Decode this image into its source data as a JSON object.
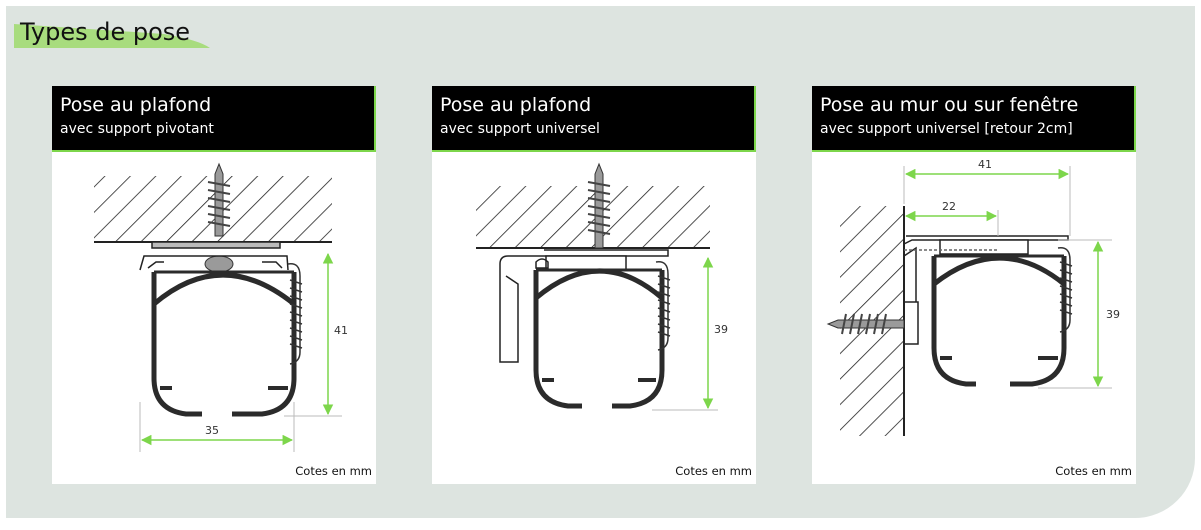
{
  "page": {
    "title": "Types de pose"
  },
  "colors": {
    "accent": "#7dd64b",
    "background": "#dde4e0",
    "header": "#000000",
    "profile": "#2b2b2b"
  },
  "cards": [
    {
      "title": "Pose au plafond",
      "subtitle": "avec support pivotant",
      "dimensions": {
        "height": "41",
        "width": "35"
      },
      "units": "Cotes en mm"
    },
    {
      "title": "Pose au plafond",
      "subtitle": "avec support universel",
      "dimensions": {
        "height": "39"
      },
      "units": "Cotes en mm"
    },
    {
      "title": "Pose au mur ou sur fenêtre",
      "subtitle": "avec support universel [retour 2cm]",
      "dimensions": {
        "width": "41",
        "return": "22",
        "height": "39"
      },
      "units": "Cotes en mm"
    }
  ]
}
